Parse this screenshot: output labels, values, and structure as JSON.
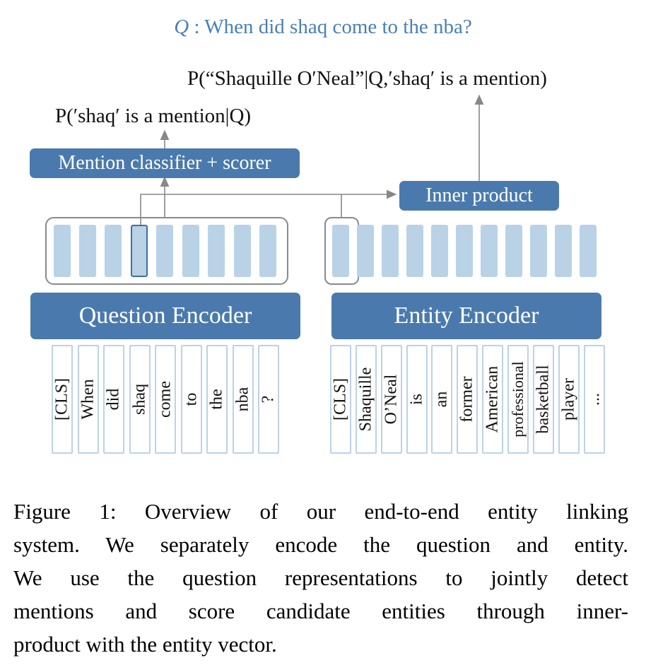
{
  "question": {
    "label": "Q",
    "text": " : When did  shaq  come to the nba?"
  },
  "entity_prob": "P(“Shaquille O′Neal”|Q,′shaq′ is a mention)",
  "mention_prob": "P(′shaq′ is a mention|Q)",
  "mention_classifier": "Mention classifier + scorer",
  "inner_product": "Inner product",
  "question_encoder": "Question Encoder",
  "entity_encoder": "Entity Encoder",
  "question_tokens": [
    "[CLS]",
    "When",
    "did",
    "shaq",
    "come",
    "to",
    "the",
    "nba",
    "?"
  ],
  "entity_tokens": [
    "[CLS]",
    "Shaquille",
    "O’Neal",
    "is",
    "an",
    "former",
    "American",
    "professional",
    "basketball",
    "player",
    "..."
  ],
  "caption_lines": [
    "Figure 1:  Overview of our end-to-end entity linking",
    "system.  We separately encode the question and entity.",
    "We use the question representations to jointly detect",
    "mentions and score candidate entities through inner-",
    "product with the entity vector."
  ],
  "colors": {
    "box": "#4a7aad",
    "token": "#b9d2e6",
    "question_text": "#4a7fb5"
  }
}
